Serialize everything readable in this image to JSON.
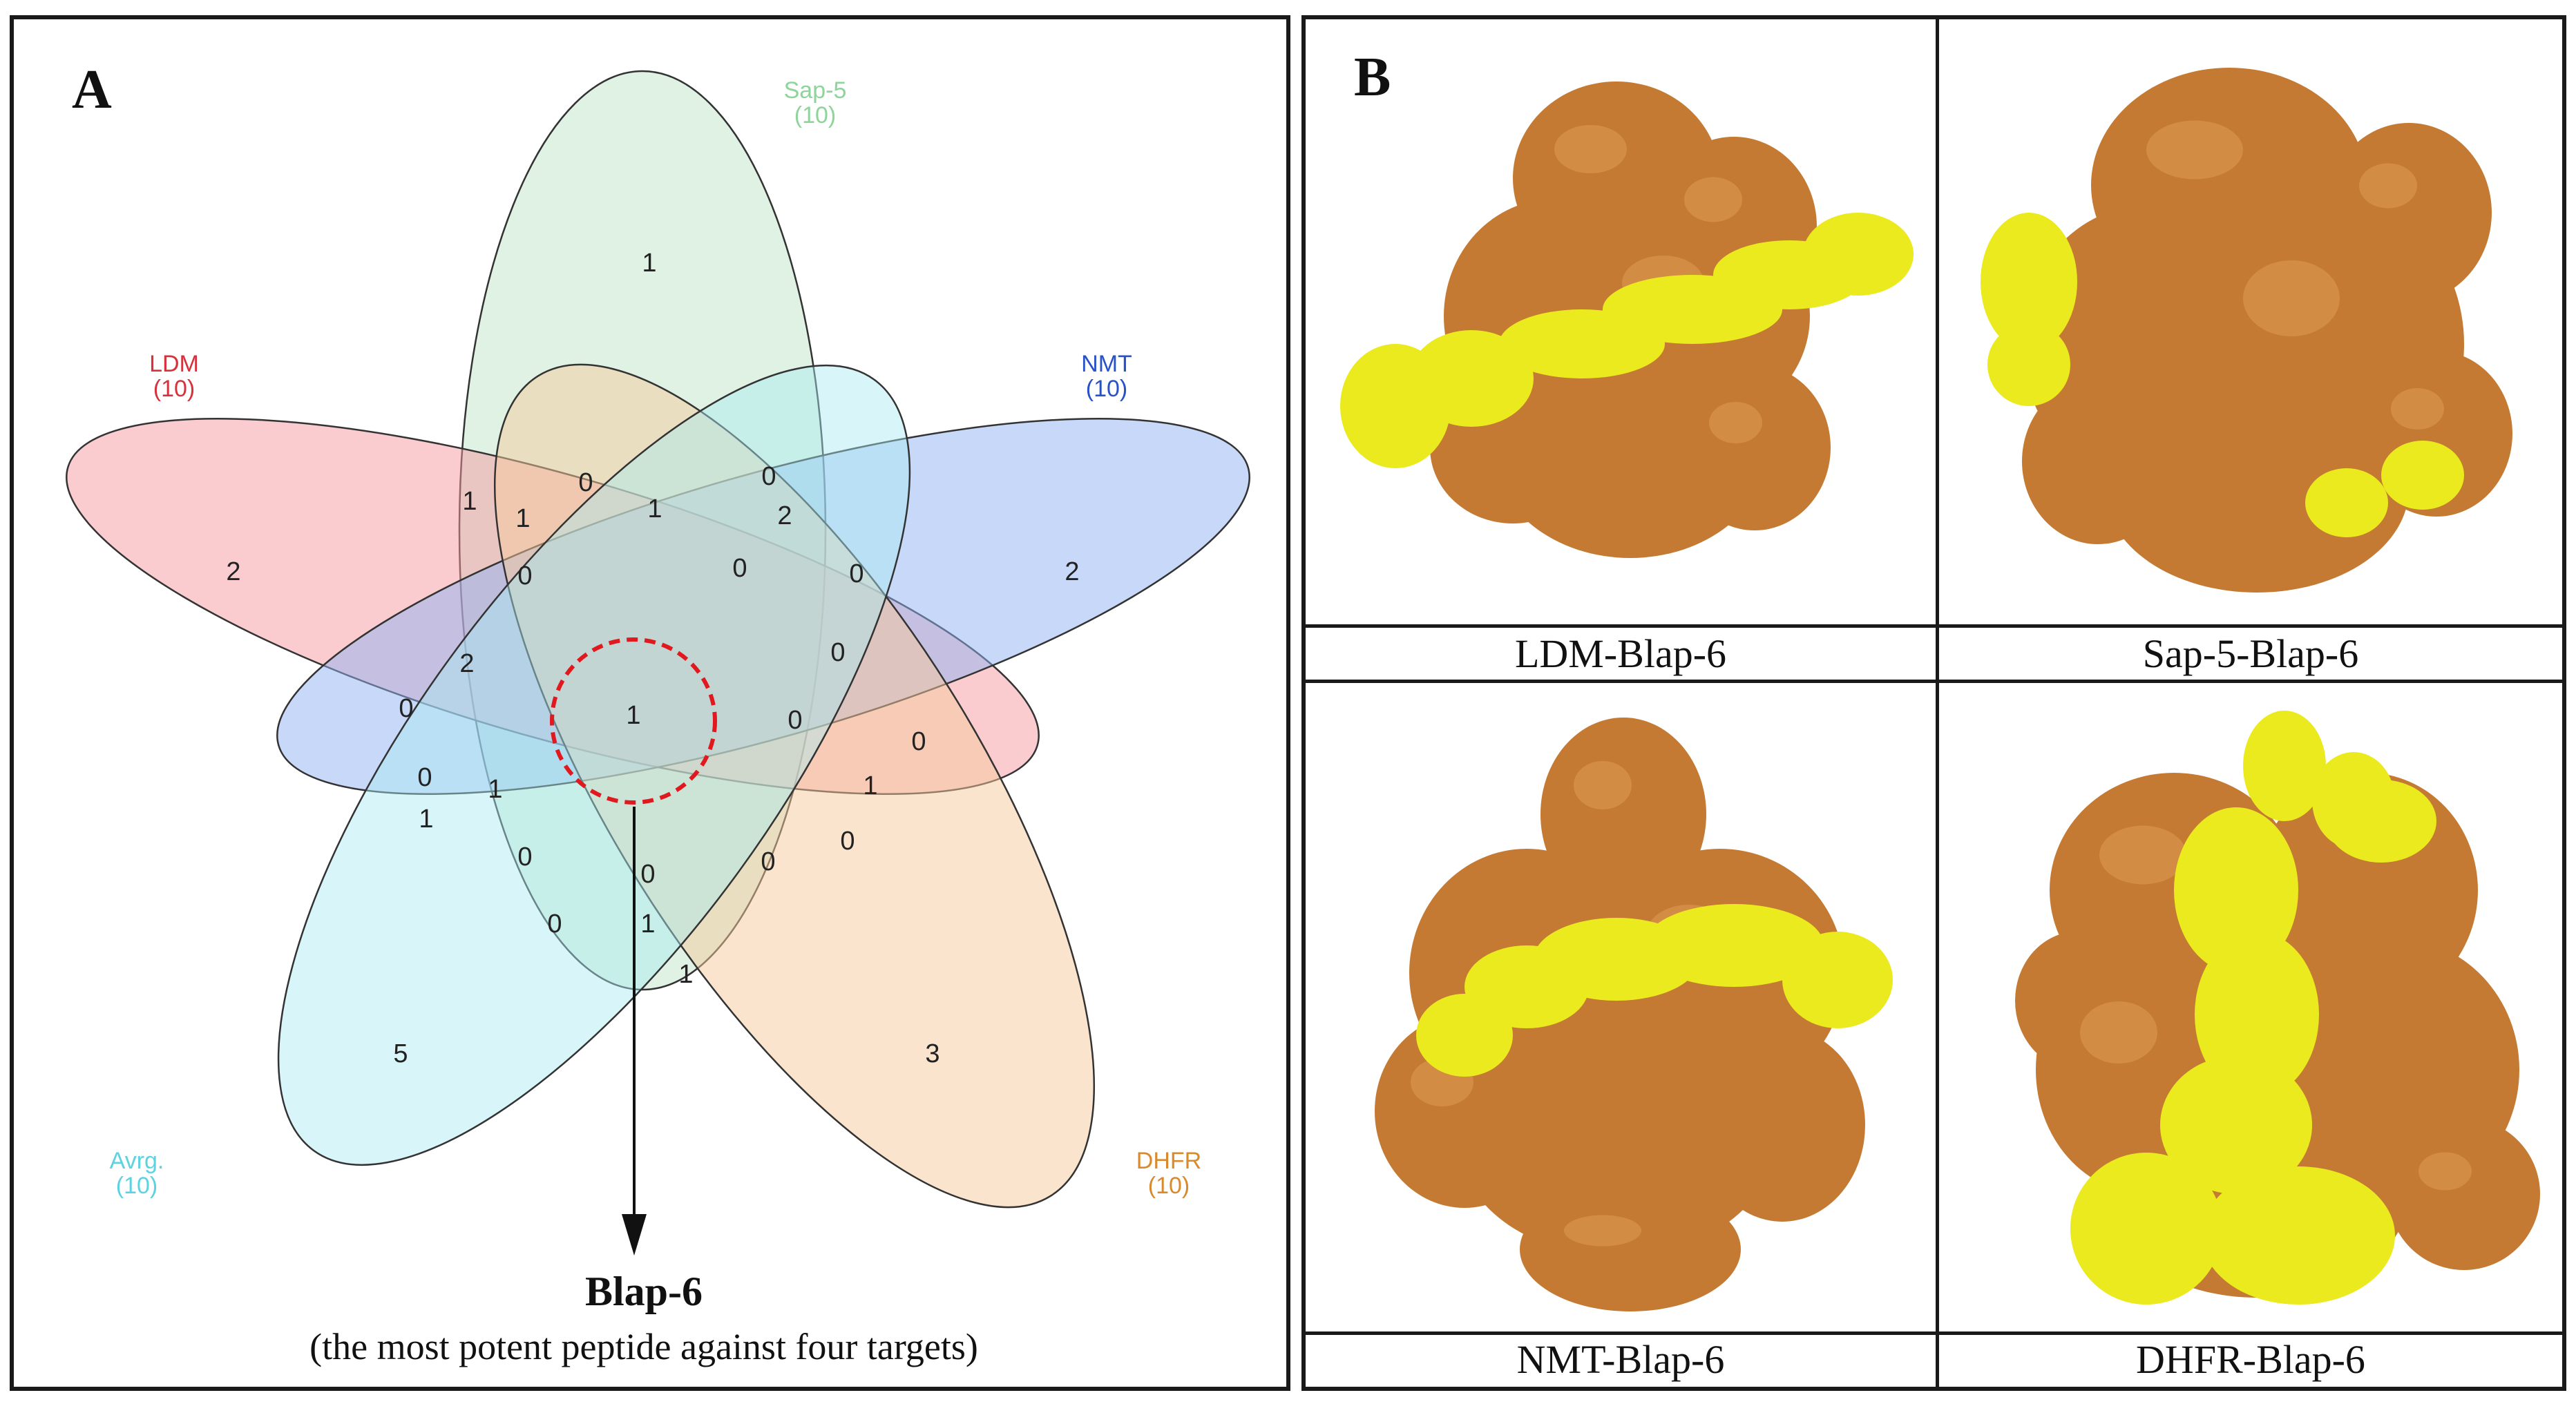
{
  "panel_a": {
    "letter": "A",
    "sets": [
      {
        "key": "sap5",
        "name": "Sap-5",
        "size": "(10)",
        "color": "#8fd49a"
      },
      {
        "key": "ldm",
        "name": "LDM",
        "size": "(10)",
        "color": "#d6323c"
      },
      {
        "key": "nmt",
        "name": "NMT",
        "size": "(10)",
        "color": "#2a52c7"
      },
      {
        "key": "dhfr",
        "name": "DHFR",
        "size": "(10)",
        "color": "#d98a2f"
      },
      {
        "key": "avrg",
        "name": "Avrg.",
        "size": "(10)",
        "color": "#5dd2e0"
      }
    ],
    "region_counts": [
      "1",
      "2",
      "2",
      "3",
      "5",
      "1",
      "0",
      "0",
      "2",
      "1",
      "1",
      "0",
      "0",
      "0",
      "0",
      "2",
      "0",
      "0",
      "0",
      "0",
      "1",
      "1",
      "0",
      "1",
      "0",
      "0",
      "0",
      "0",
      "1",
      "1",
      "1"
    ],
    "highlight_label": "Blap-6",
    "highlight_sub": "(the most potent peptide against four targets)"
  },
  "panel_b": {
    "letter": "B",
    "complexes": [
      {
        "label": "LDM-Blap-6"
      },
      {
        "label": "Sap-5-Blap-6"
      },
      {
        "label": "NMT-Blap-6"
      },
      {
        "label": "DHFR-Blap-6"
      }
    ],
    "protein_color": "#c47a33",
    "peptide_color": "#eaea1e"
  }
}
